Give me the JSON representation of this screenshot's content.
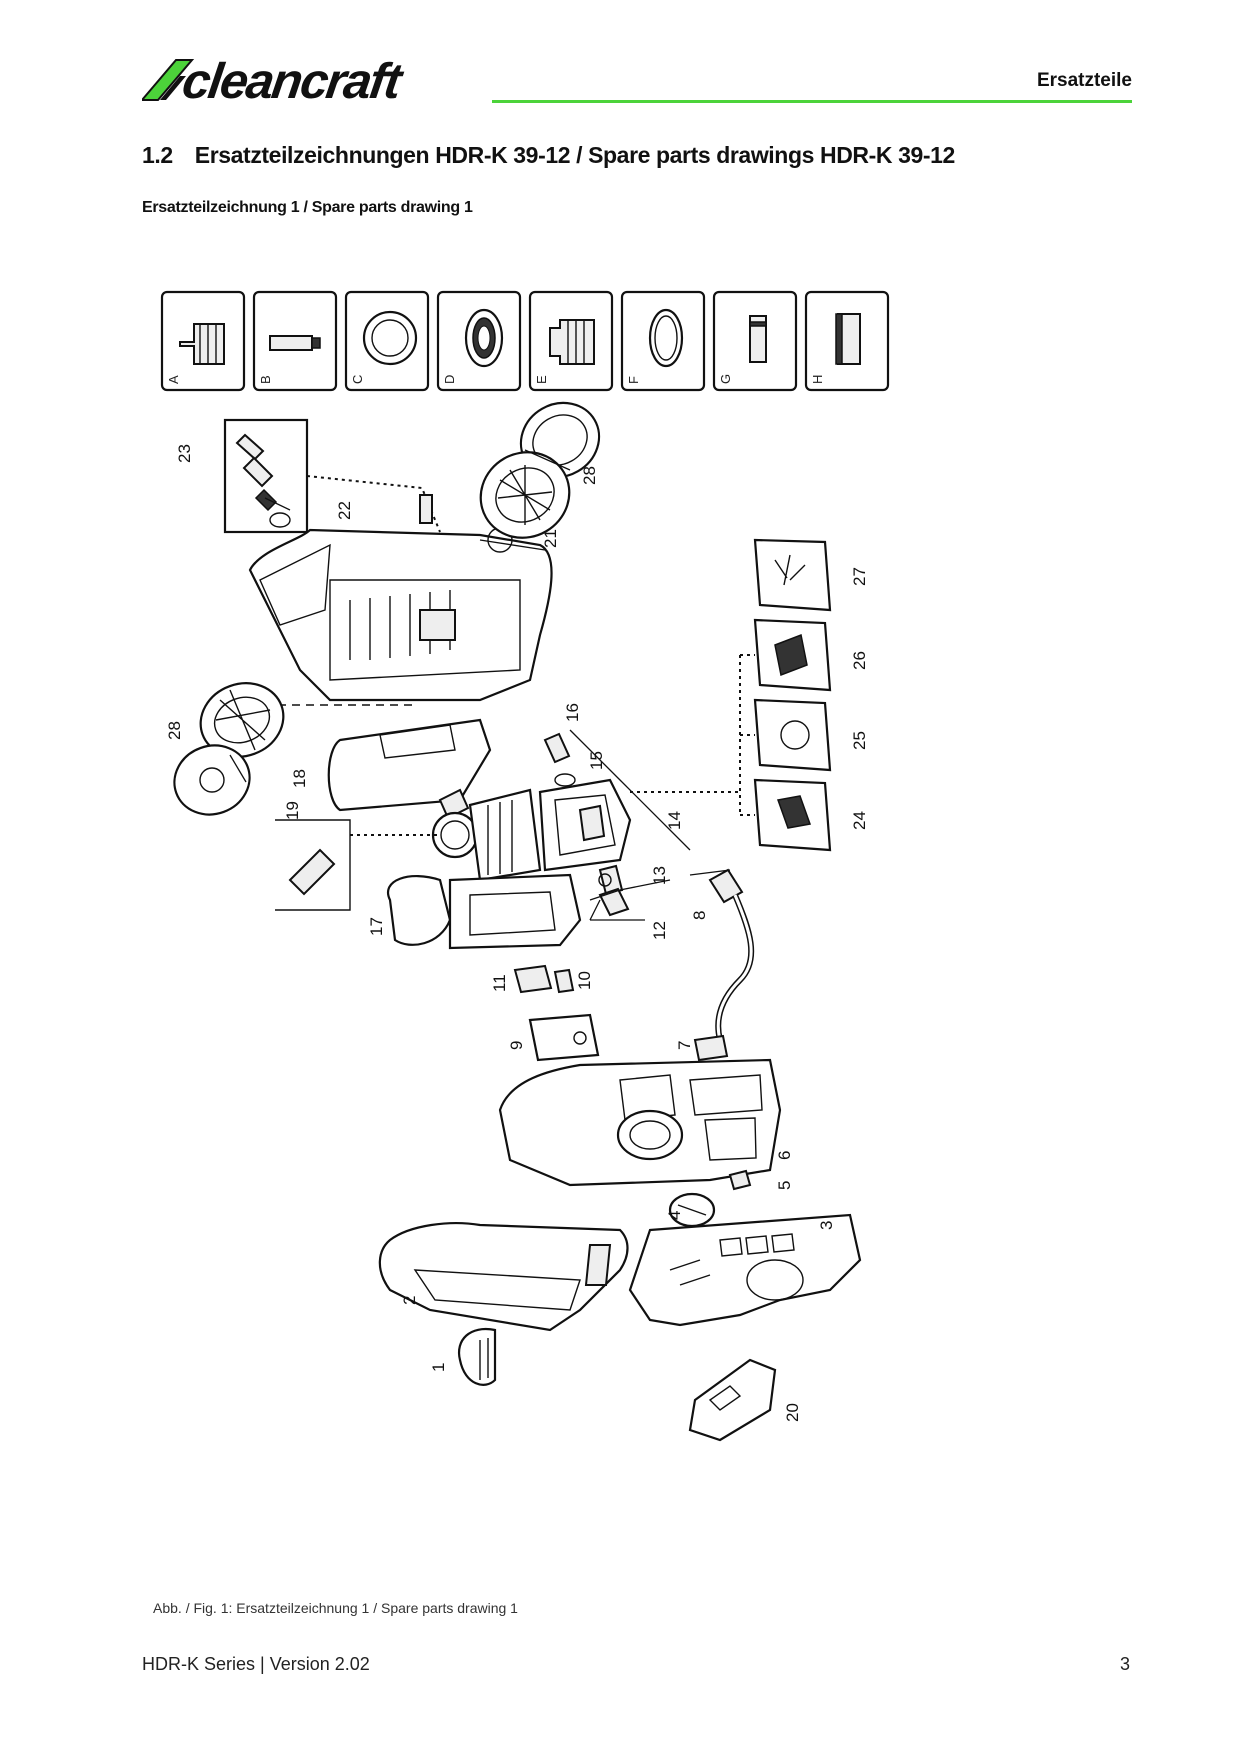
{
  "header": {
    "logo_text": "cleancraft",
    "section": "Ersatzteile"
  },
  "heading": {
    "number": "1.2",
    "title": "Ersatzteilzeichnungen HDR-K 39-12 / Spare parts drawings HDR-K 39-12"
  },
  "subheading": "Ersatzteilzeichnung 1 / Spare parts drawing 1",
  "drawing": {
    "accessory_tabs": [
      "A",
      "B",
      "C",
      "D",
      "E",
      "F",
      "G",
      "H"
    ],
    "part_labels": [
      "1",
      "2",
      "3",
      "4",
      "5",
      "6",
      "7",
      "8",
      "9",
      "10",
      "11",
      "12",
      "13",
      "14",
      "15",
      "16",
      "17",
      "18",
      "19",
      "20",
      "21",
      "22",
      "23",
      "24",
      "25",
      "26",
      "27",
      "28",
      "28"
    ]
  },
  "caption": "Abb. / Fig. 1: Ersatzteilzeichnung 1 / Spare parts drawing 1",
  "footer": {
    "left": "HDR-K Series | Version 2.02",
    "page": "3"
  },
  "colors": {
    "accent_green": "#4cd33a"
  }
}
